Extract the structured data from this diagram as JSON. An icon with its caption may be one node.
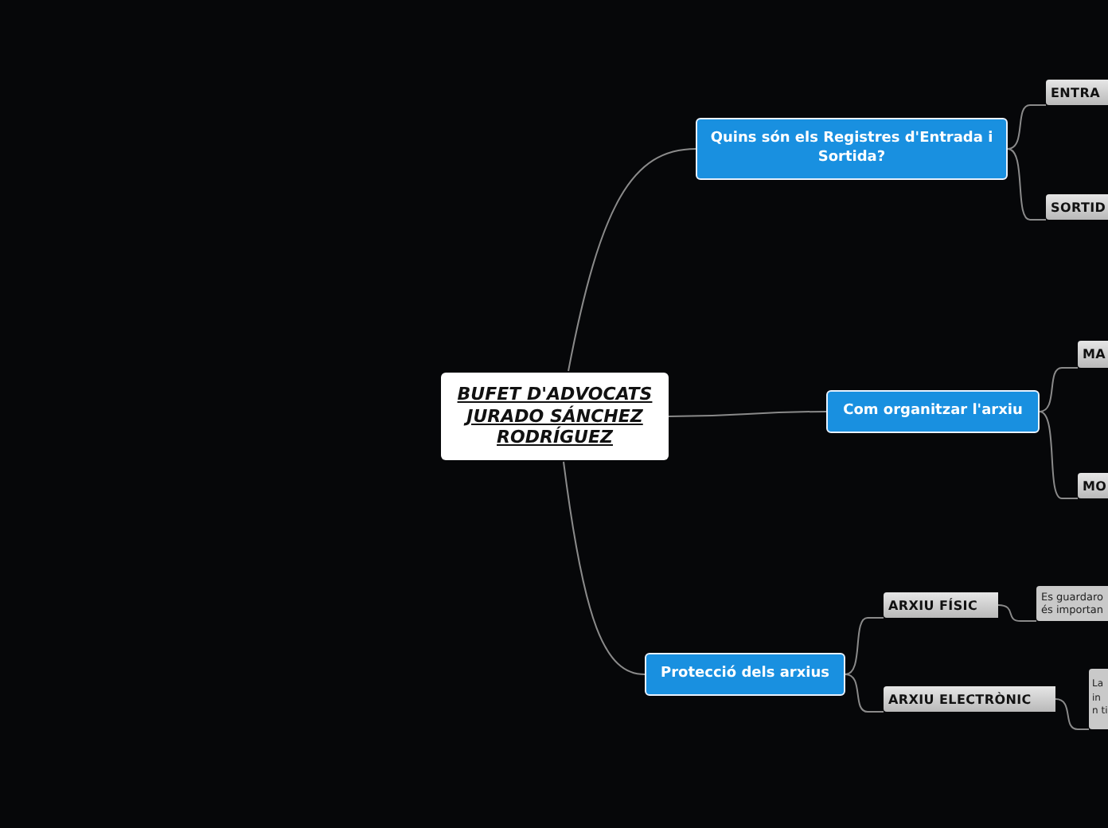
{
  "diagram": {
    "nodes": [
      {
        "text": [
          "BUFET D'ADVOCATS JURADO SÁNCHEZ RODRÍGUEZ"
        ]
      },
      {
        "text": [
          "Quins són els Registres d'Entrada i Sortida?"
        ]
      },
      {
        "text": [
          "ENTRA"
        ]
      },
      {
        "text": [
          "SORTID"
        ]
      },
      {
        "text": [
          "Com organitzar l'arxiu"
        ]
      },
      {
        "text": [
          "MA"
        ]
      },
      {
        "text": [
          "MO"
        ]
      },
      {
        "text": [
          "Protecció dels arxius"
        ]
      },
      {
        "text": [
          "ARXIU FÍSIC"
        ]
      },
      {
        "text": [
          "Es guardaro és importan"
        ]
      },
      {
        "text": [
          "ARXIU ELECTRÒNIC"
        ]
      },
      {
        "text": [
          "La in n ti"
        ]
      }
    ],
    "edges": [
      {
        "from": 0,
        "to": 1,
        "arrow": "none"
      },
      {
        "from": 0,
        "to": 4,
        "arrow": "none"
      },
      {
        "from": 0,
        "to": 7,
        "arrow": "none"
      },
      {
        "from": 1,
        "to": 2,
        "arrow": "none"
      },
      {
        "from": 1,
        "to": 3,
        "arrow": "none"
      },
      {
        "from": 4,
        "to": 5,
        "arrow": "none"
      },
      {
        "from": 4,
        "to": 6,
        "arrow": "none"
      },
      {
        "from": 7,
        "to": 8,
        "arrow": "none"
      },
      {
        "from": 7,
        "to": 10,
        "arrow": "none"
      },
      {
        "from": 8,
        "to": 9,
        "arrow": "none"
      },
      {
        "from": 10,
        "to": 11,
        "arrow": "none"
      }
    ]
  }
}
